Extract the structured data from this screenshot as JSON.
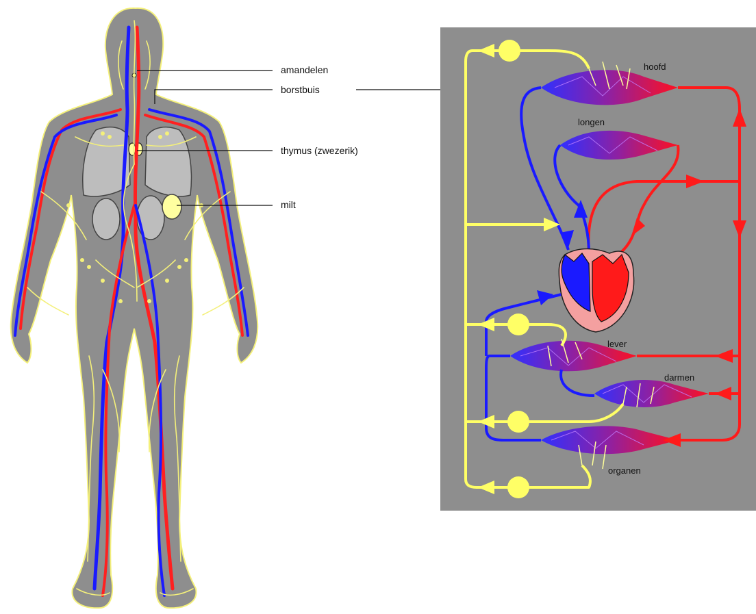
{
  "body_labels": {
    "tonsils": "amandelen",
    "thoracic_duct": "borstbuis",
    "thymus": "thymus (zwezerik)",
    "spleen": "milt"
  },
  "circuit_labels": {
    "head": "hoofd",
    "lungs": "longen",
    "liver": "lever",
    "intestines": "darmen",
    "organs": "organen"
  },
  "colors": {
    "body_fill": "#8e8e8e",
    "panel_bg": "#8e8e8e",
    "artery": "#ff1a1a",
    "vein": "#1a1aff",
    "lymph": "#ffff66",
    "node": "#ffff66"
  }
}
